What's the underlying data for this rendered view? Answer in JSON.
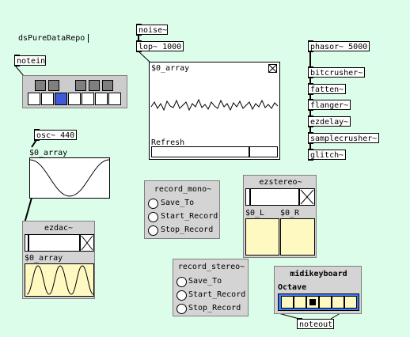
{
  "title_text": "dsPureDataRepo",
  "objects": {
    "noise": "noise~",
    "lop": "lop~ 1000",
    "notein": "notein",
    "osc": "osc~ 440",
    "phasor": "phasor~ 5000",
    "bitcrusher": "bitcrusher~",
    "fatten": "fatten~",
    "flanger": "flanger~",
    "ezdelay": "ezdelay~",
    "samplecrusher": "samplecrusher~",
    "glitch": "glitch~",
    "noteout": "noteout"
  },
  "array_top": {
    "label": "$0_array",
    "refresh": "Refresh"
  },
  "array_osc": {
    "label": "$0_array"
  },
  "ezdac": {
    "title": "ezdac~",
    "array_label": "$0_array"
  },
  "record_mono": {
    "title": "record_mono~",
    "buttons": [
      "Save_To",
      "Start_Record",
      "Stop_Record"
    ]
  },
  "record_stereo": {
    "title": "record_stereo~",
    "buttons": [
      "Save_To",
      "Start_Record",
      "Stop_Record"
    ]
  },
  "ezstereo": {
    "title": "ezstereo~",
    "left": "$0_L",
    "right": "$0_R"
  },
  "midikeyboard": {
    "title": "midikeyboard",
    "octave": "Octave"
  },
  "colors": {
    "canvas": "#dcfde9",
    "panel": "#d4d4d4",
    "array_bg": "#fef9c1",
    "accent": "#3f7df7",
    "key_active": "#3f5ad8"
  }
}
